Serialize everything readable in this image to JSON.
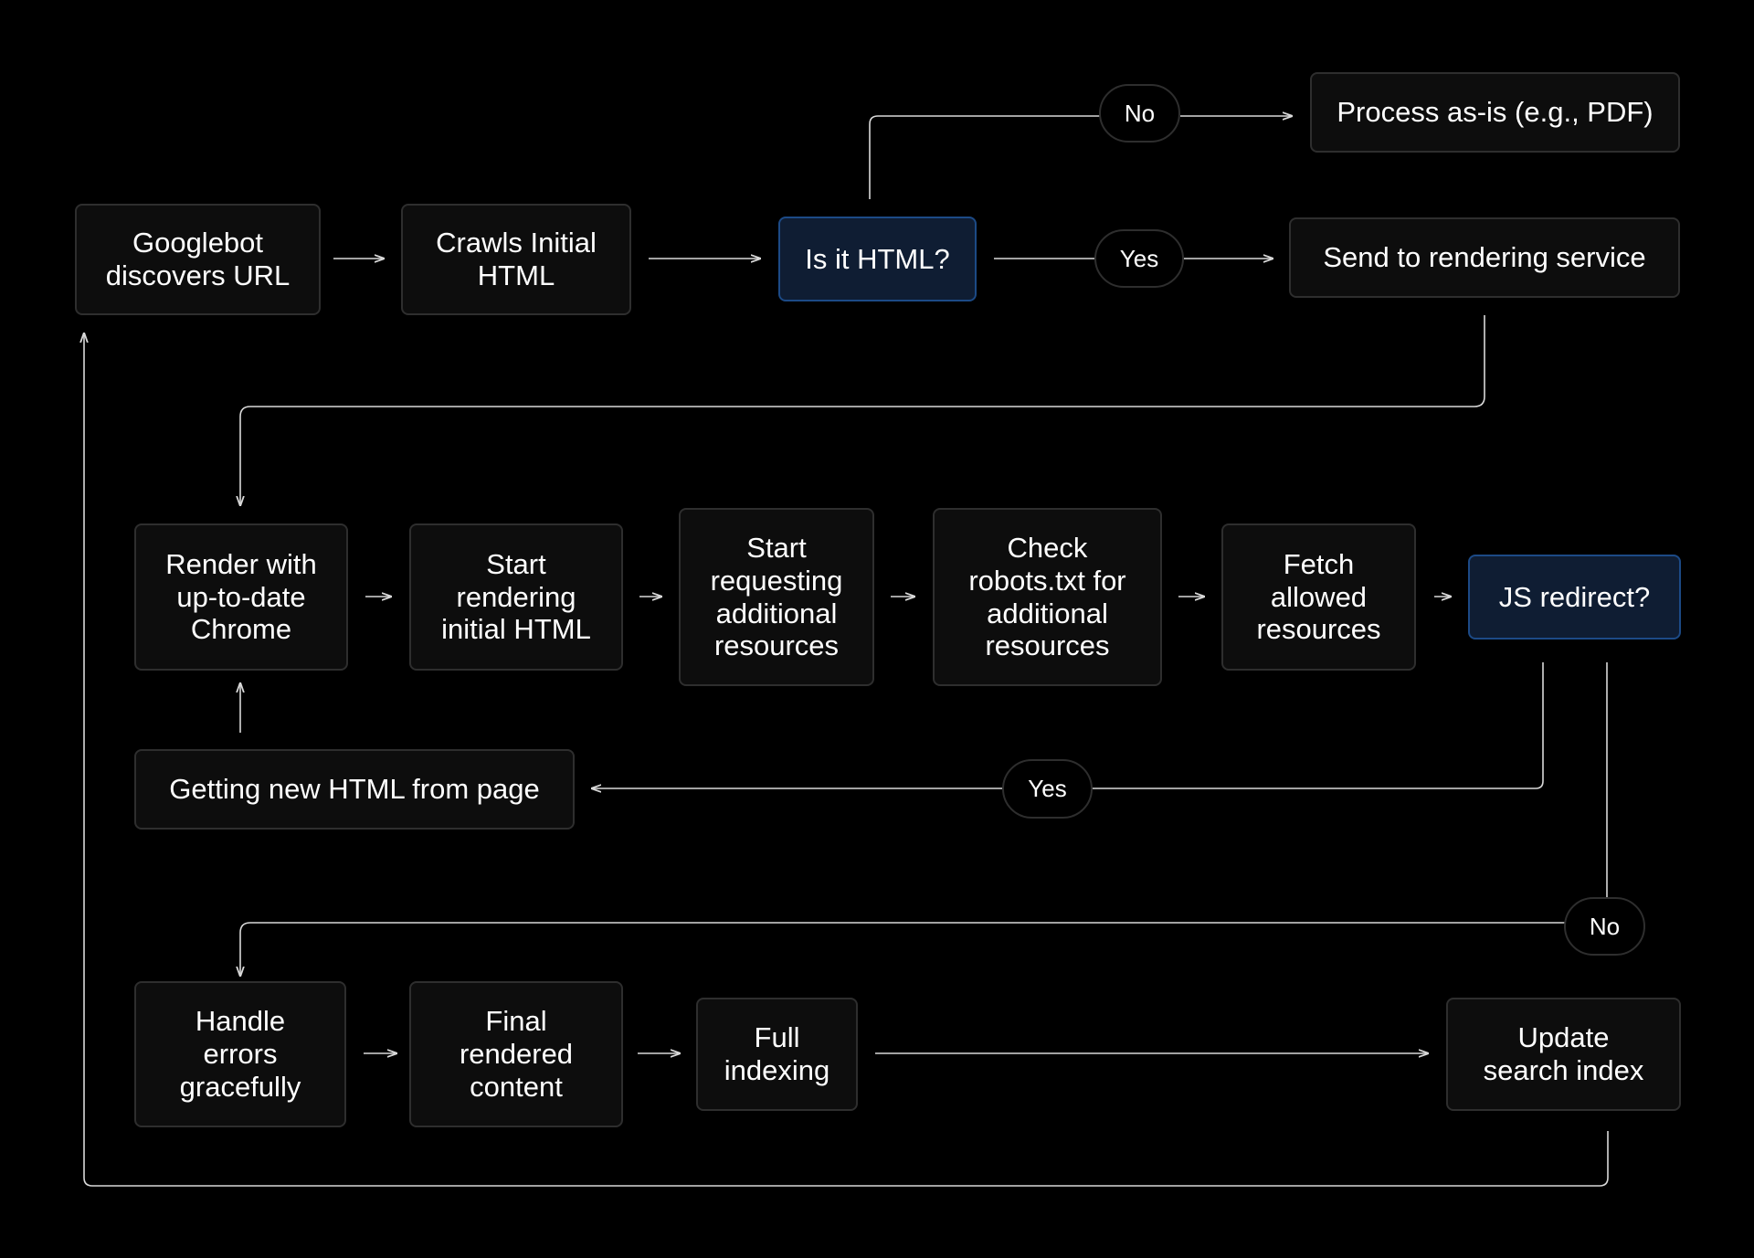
{
  "colors": {
    "background": "#000000",
    "node_fill": "#0d0d0d",
    "node_border": "#2e2e2e",
    "decision_fill": "#0f1d33",
    "decision_border": "#1c4a86",
    "line": "#d9d9d9",
    "text": "#ffffff"
  },
  "nodes": {
    "googlebot_discovers": "Googlebot\ndiscovers URL",
    "crawls_initial_html": "Crawls Initial\nHTML",
    "is_it_html": "Is it HTML?",
    "process_as_is": "Process as-is (e.g., PDF)",
    "send_to_rendering": "Send to rendering service",
    "render_chrome": "Render with\nup-to-date\nChrome",
    "start_rendering": "Start\nrendering\ninitial HTML",
    "start_requesting": "Start\nrequesting\nadditional\nresources",
    "check_robots": "Check\nrobots.txt for\nadditional\nresources",
    "fetch_allowed": "Fetch\nallowed\nresources",
    "js_redirect": "JS redirect?",
    "getting_new_html": "Getting new HTML from page",
    "handle_errors": "Handle\nerrors\ngracefully",
    "final_rendered": "Final\nrendered\ncontent",
    "full_indexing": "Full\nindexing",
    "update_index": "Update\nsearch index"
  },
  "labels": {
    "html_no": "No",
    "html_yes": "Yes",
    "redirect_yes": "Yes",
    "redirect_no": "No"
  }
}
